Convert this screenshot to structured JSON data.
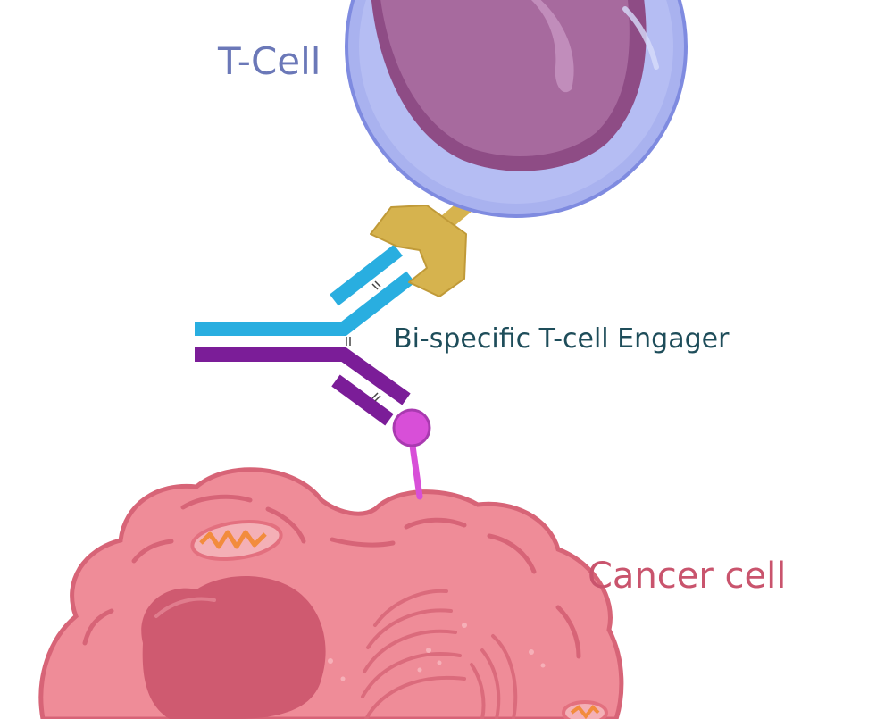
{
  "labels": {
    "t_cell": "T-Cell",
    "engager": "Bi-specific T-cell Engager",
    "cancer_cell": "Cancer cell"
  },
  "colors": {
    "t_cell_membrane": "#a9b2ef",
    "t_cell_nucleus": "#a05a90",
    "receptor": "#d6b34e",
    "engager_blue": "#29aee0",
    "engager_purple": "#7b1d98",
    "antigen": "#d84fd8",
    "cancer_cell": "#ef8c98",
    "cancer_nucleus": "#cf5a70"
  }
}
